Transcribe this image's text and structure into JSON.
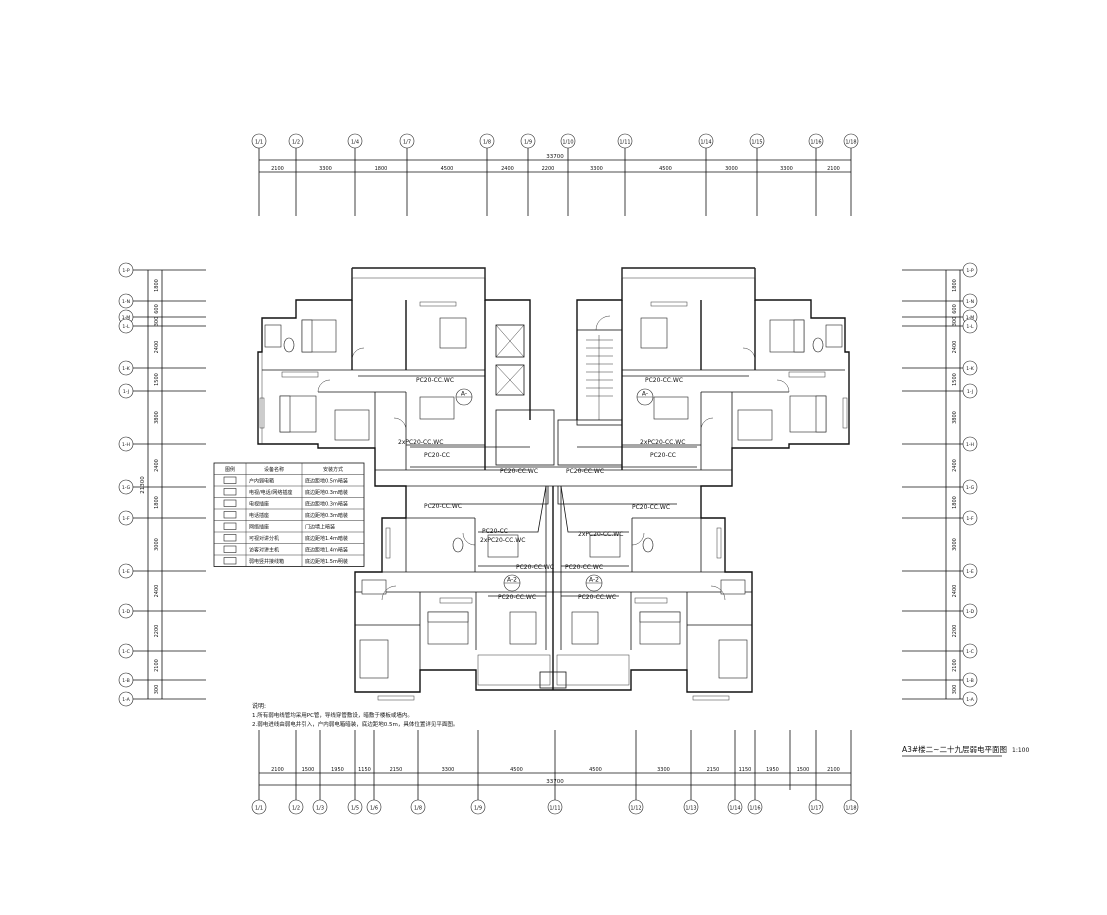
{
  "drawing": {
    "title": "A3#楼二~二十九层弱电平面图",
    "scale": "1:100",
    "notes_heading": "说明:",
    "notes": [
      "1.所有弱电线管均采用PC管，导线穿管敷设，暗敷于楼板或墙内。",
      "2.弱电进线由弱电井引入，户内弱电箱暗装，底边距地0.5m，具体位置详见平面图。"
    ]
  },
  "axes": {
    "top": {
      "labels": [
        "1/1",
        "1/2",
        "1/4",
        "1/7",
        "1/8",
        "1/9",
        "1/10",
        "1/11",
        "1/14",
        "1/15",
        "1/16",
        "1/18"
      ],
      "dims": [
        "2100",
        "3300",
        "1800",
        "4500",
        "2400",
        "2200",
        "3300",
        "4500",
        "3000",
        "3300",
        "2100"
      ],
      "total": "33700"
    },
    "bottom": {
      "labels": [
        "1/1",
        "1/2",
        "1/3",
        "1/5",
        "1/6",
        "1/8",
        "1/9",
        "1/11",
        "1/12",
        "1/13",
        "1/14",
        "1/16",
        "1/17",
        "1/18"
      ],
      "dims": [
        "2100",
        "1500",
        "1950",
        "1150",
        "2150",
        "3300",
        "4500",
        "4500",
        "3300",
        "2150",
        "1150",
        "1950",
        "1500",
        "2100"
      ],
      "total": "33700"
    },
    "left": {
      "labels": [
        "1-P",
        "1-N",
        "1-M",
        "1-L",
        "1-K",
        "1-J",
        "1-H",
        "1-G",
        "1-F",
        "1-E",
        "1-D",
        "1-C",
        "1-B",
        "1-A"
      ],
      "dims": [
        "1800",
        "600",
        "300",
        "2400",
        "1500",
        "3800",
        "2400",
        "1800",
        "3000",
        "2400",
        "2200",
        "2100",
        "300"
      ],
      "total": "21300"
    },
    "right": {
      "labels": [
        "1-P",
        "1-N",
        "1-M",
        "1-L",
        "1-K",
        "1-J",
        "1-H",
        "1-G",
        "1-F",
        "1-E",
        "1-D",
        "1-C",
        "1-B",
        "1-A"
      ],
      "dims": [
        "1800",
        "600",
        "300",
        "2400",
        "1500",
        "3800",
        "2400",
        "1800",
        "3000",
        "2400",
        "2200",
        "2100",
        "300"
      ]
    }
  },
  "legend": {
    "headers": [
      "图例",
      "设备名称",
      "安装方式"
    ],
    "rows": [
      {
        "name": "户内弱电箱",
        "mount": "底边距地0.5m暗装"
      },
      {
        "name": "电视/电话/网络插座",
        "mount": "底边距地0.3m暗装"
      },
      {
        "name": "电视插座",
        "mount": "底边距地0.3m暗装"
      },
      {
        "name": "电话插座",
        "mount": "底边距地0.3m暗装"
      },
      {
        "name": "网络插座",
        "mount": "门边墙上暗装"
      },
      {
        "name": "可视对讲分机",
        "mount": "底边距地1.4m暗装"
      },
      {
        "name": "访客对讲主机",
        "mount": "底边距地1.4m暗装"
      },
      {
        "name": "弱电竖井接线箱",
        "mount": "底边距地1.5m明装"
      }
    ]
  },
  "conduit_labels": [
    "PC20-CC.WC",
    "PC20-CC.WC",
    "2xPC20-CC.WC",
    "2xPC20-CC.WC",
    "PC20-CC",
    "PC20-CC",
    "PC20-CC.WC",
    "PC20-CC.WC",
    "PC20-CC.WC",
    "PC20-CC.WC",
    "PC20-CC",
    "2xPC20-CC.WC",
    "PC20-CC.WC",
    "2xPC20-CC.WC",
    "PC20-CC.WC",
    "PC20-CC.WC",
    "PC20-CC.WC",
    "PC20-CC.WC",
    "PC20-CC.WC",
    "PC20-CC.WC"
  ],
  "unit_tags": [
    "A-",
    "A-",
    "A-2",
    "A-2"
  ]
}
